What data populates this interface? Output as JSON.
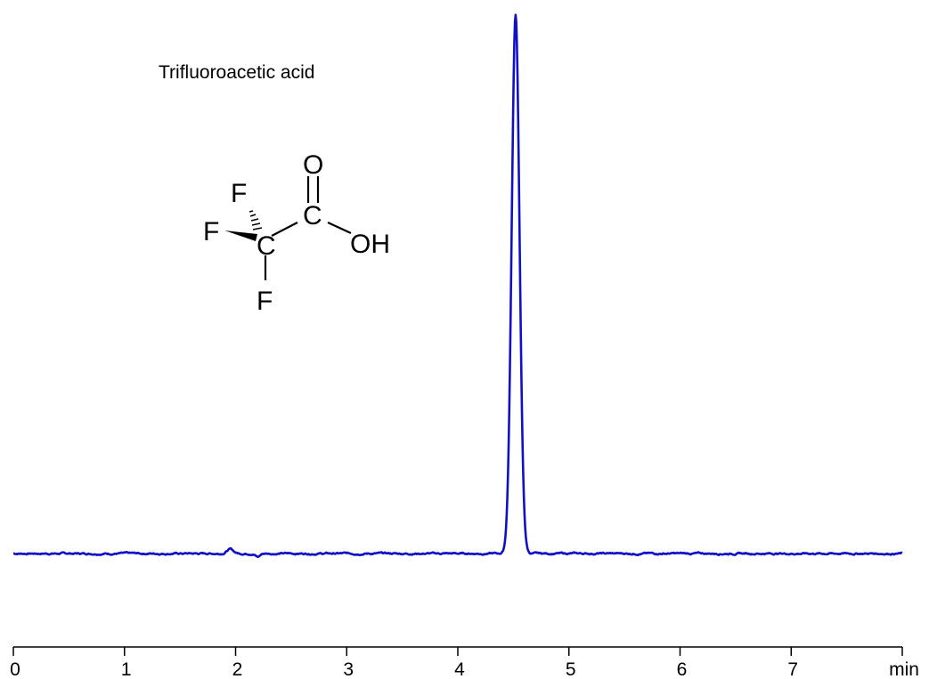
{
  "chart_data": {
    "type": "line",
    "title": "Trifluoroacetic acid",
    "xlabel": "min",
    "ylabel": "",
    "xlim": [
      0,
      8
    ],
    "ylim": [
      0,
      100
    ],
    "grid": false,
    "x_ticks": [
      "0",
      "1",
      "2",
      "3",
      "4",
      "5",
      "6",
      "7"
    ],
    "series": [
      {
        "color": "#1010c8",
        "baseline": 0,
        "peaks": [
          {
            "center": 4.52,
            "height": 100,
            "width": 0.035
          },
          {
            "center": 1.95,
            "height": 0.8,
            "width": 0.03
          },
          {
            "center": 2.2,
            "height": -0.6,
            "width": 0.02
          }
        ]
      }
    ]
  },
  "structure": {
    "name": "Trifluoroacetic acid",
    "atoms": {
      "oxygen_top": "O",
      "carbon_carboxyl": "C",
      "hydroxyl": "OH",
      "carbon_cf3": "C",
      "fluorine_top": "F",
      "fluorine_left": "F",
      "fluorine_bottom": "F"
    }
  }
}
